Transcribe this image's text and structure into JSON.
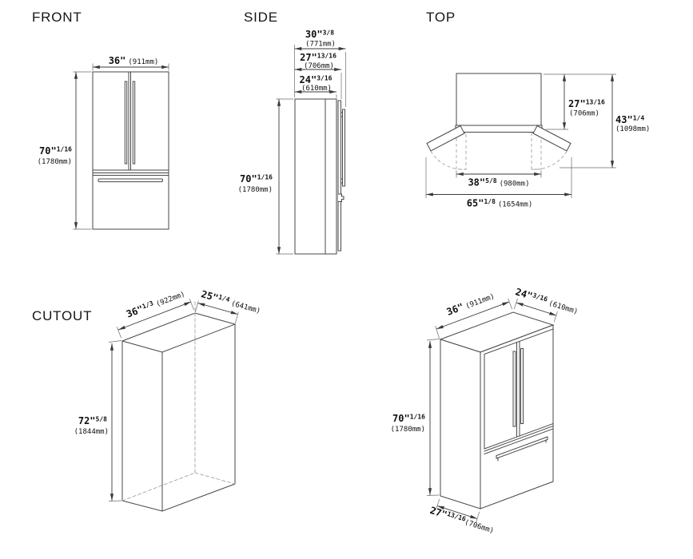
{
  "colors": {
    "background": "#ffffff",
    "line": "#474747",
    "dimension": "#3a3a3a",
    "hidden_line": "#a3a3a3",
    "text": "#111111"
  },
  "views": {
    "front": {
      "title": "FRONT",
      "dims": {
        "width": {
          "v": "36\"",
          "f": "",
          "mm": "(911mm)"
        },
        "height": {
          "v": "70\"",
          "f": "1/16",
          "mm": "(1780mm)"
        }
      }
    },
    "side": {
      "title": "SIDE",
      "dims": {
        "depth_with_handle": {
          "v": "30\"",
          "f": "3/8",
          "mm": "(771mm)"
        },
        "depth_with_door": {
          "v": "27\"",
          "f": "13/16",
          "mm": "(706mm)"
        },
        "depth_body": {
          "v": "24\"",
          "f": "3/16",
          "mm": "(610mm)"
        },
        "height": {
          "v": "70\"",
          "f": "1/16",
          "mm": "(1780mm)"
        }
      }
    },
    "top": {
      "title": "TOP",
      "dims": {
        "depth_with_door": {
          "v": "27\"",
          "f": "13/16",
          "mm": "(706mm)"
        },
        "depth_door_open": {
          "v": "43\"",
          "f": "1/4",
          "mm": "(1098mm)"
        },
        "width_between_open_doors": {
          "v": "38\"",
          "f": "5/8",
          "mm": "(980mm)"
        },
        "width_doors_open": {
          "v": "65\"",
          "f": "1/8",
          "mm": "(1654mm)"
        }
      }
    },
    "cutout": {
      "title": "CUTOUT",
      "dims": {
        "width": {
          "v": "36\"",
          "f": "1/3",
          "mm": "(922mm)"
        },
        "depth": {
          "v": "25\"",
          "f": "1/4",
          "mm": "(641mm)"
        },
        "height": {
          "v": "72\"",
          "f": "5/8",
          "mm": "(1844mm)"
        }
      }
    },
    "isometric": {
      "dims": {
        "width": {
          "v": "36\"",
          "f": "",
          "mm": "(911mm)"
        },
        "depth": {
          "v": "24\"",
          "f": "3/16",
          "mm": "(610mm)"
        },
        "height": {
          "v": "70\"",
          "f": "1/16",
          "mm": "(1780mm)"
        },
        "bottom_depth": {
          "v": "27\"",
          "f": "13/16",
          "mm": "(706mm)"
        }
      }
    }
  }
}
